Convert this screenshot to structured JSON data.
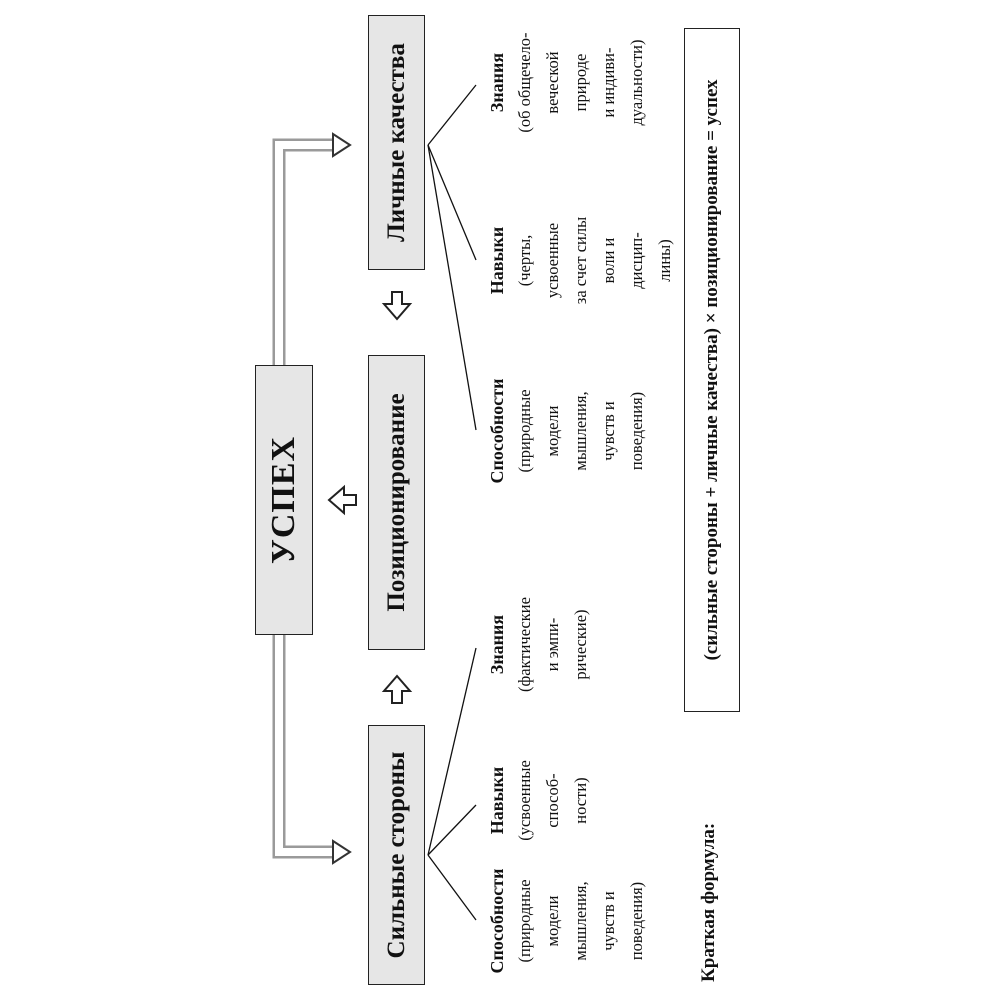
{
  "top": {
    "success": "УСПЕХ"
  },
  "boxes": {
    "strengths": "Сильные стороны",
    "positioning": "Позиционирование",
    "personal": "Личные качества"
  },
  "strengths_cols": [
    {
      "head": "Способности",
      "lines": [
        "(природные",
        "модели",
        "мышления,",
        "чувств и",
        "поведения)"
      ]
    },
    {
      "head": "Навыки",
      "lines": [
        "(усвоенные",
        "способ-",
        "ности)"
      ]
    },
    {
      "head": "Знания",
      "lines": [
        "(фактические",
        "и эмпи-",
        "рические)"
      ]
    }
  ],
  "personal_cols": [
    {
      "head": "Способности",
      "lines": [
        "(природные",
        "модели",
        "мышления,",
        "чувств и",
        "поведения)"
      ]
    },
    {
      "head": "Навыки",
      "lines": [
        "(черты,",
        "усвоенные",
        "за счет силы",
        "воли и",
        "дисцип-",
        "лины)"
      ]
    },
    {
      "head": "Знания",
      "lines": [
        "(об общечело-",
        "веческой",
        "природе",
        "и индиви-",
        "дуальности)"
      ]
    }
  ],
  "formula": {
    "label": "Краткая формула:",
    "text": "(сильные стороны + личные качества) × позиционирование = успех"
  }
}
